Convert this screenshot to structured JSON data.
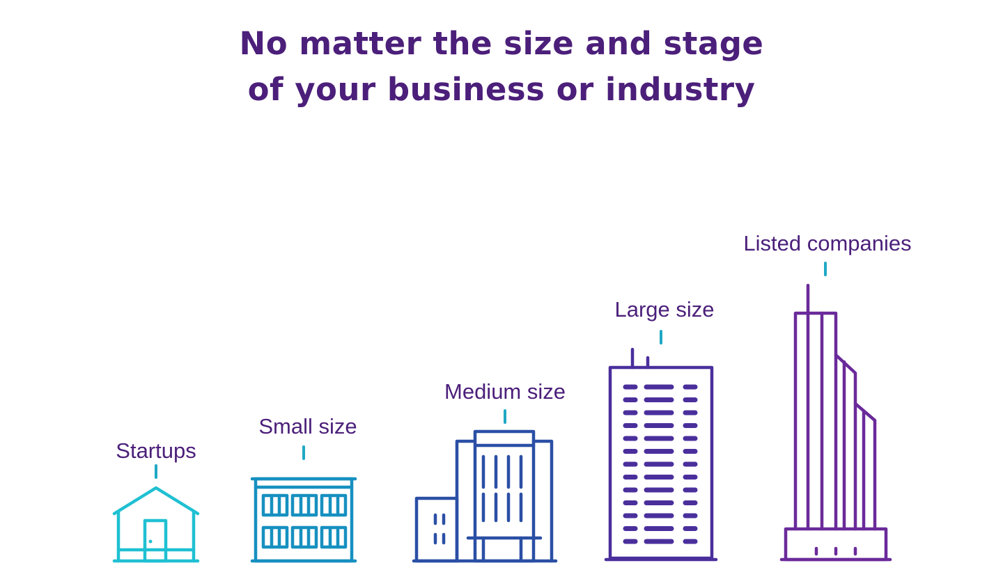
{
  "headline": {
    "line1": "No matter the size and stage",
    "line2": "of your business or industry"
  },
  "colors": {
    "heading": "#4b1f7a",
    "tick": "#1fa8c4",
    "startup": "#1fc0d2",
    "small": "#1690c0",
    "medium": "#2a4fa5",
    "large": "#4a2f9c",
    "listed": "#6a2a9a"
  },
  "tiers": [
    {
      "id": "startups",
      "label": "Startups",
      "icon": "house-icon"
    },
    {
      "id": "small",
      "label": "Small size",
      "icon": "small-building-icon"
    },
    {
      "id": "medium",
      "label": "Medium size",
      "icon": "office-building-icon"
    },
    {
      "id": "large",
      "label": "Large size",
      "icon": "tower-building-icon"
    },
    {
      "id": "listed",
      "label": "Listed companies",
      "icon": "skyscraper-icon"
    }
  ]
}
